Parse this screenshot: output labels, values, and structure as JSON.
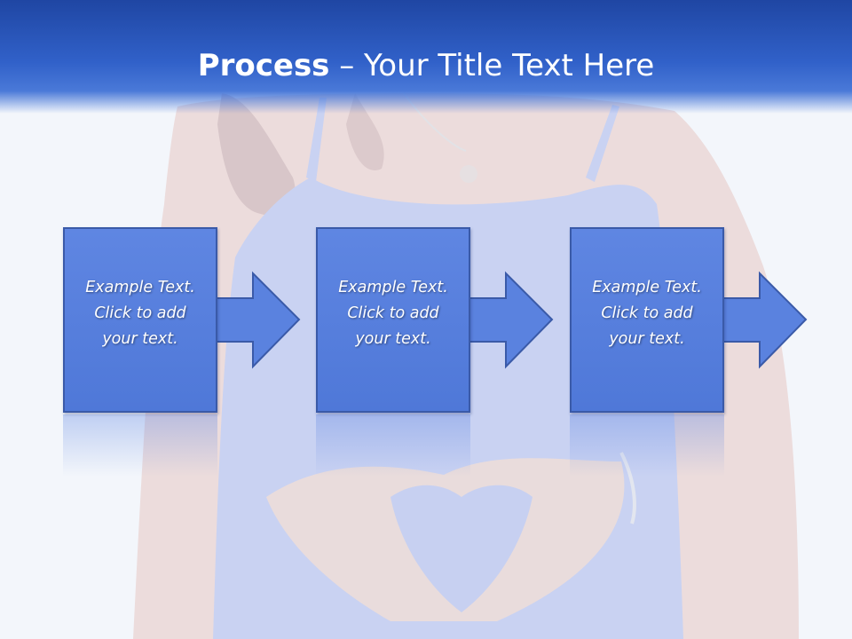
{
  "slide": {
    "title_bold": "Process",
    "title_rest": " – Your Title Text Here",
    "steps": [
      {
        "line1": "Example Text.",
        "line2": "Click  to add",
        "line3": "your text."
      },
      {
        "line1": "Example Text.",
        "line2": "Click  to add",
        "line3": "your text."
      },
      {
        "line1": "Example Text.",
        "line2": "Click  to add",
        "line3": "your text."
      }
    ]
  },
  "colors": {
    "title_bar": "#2a58c0",
    "box_fill": "#5a82df",
    "box_border": "#3a5aa8",
    "background": "#f3f6fb"
  },
  "icons": [
    "right-arrow-icon"
  ]
}
